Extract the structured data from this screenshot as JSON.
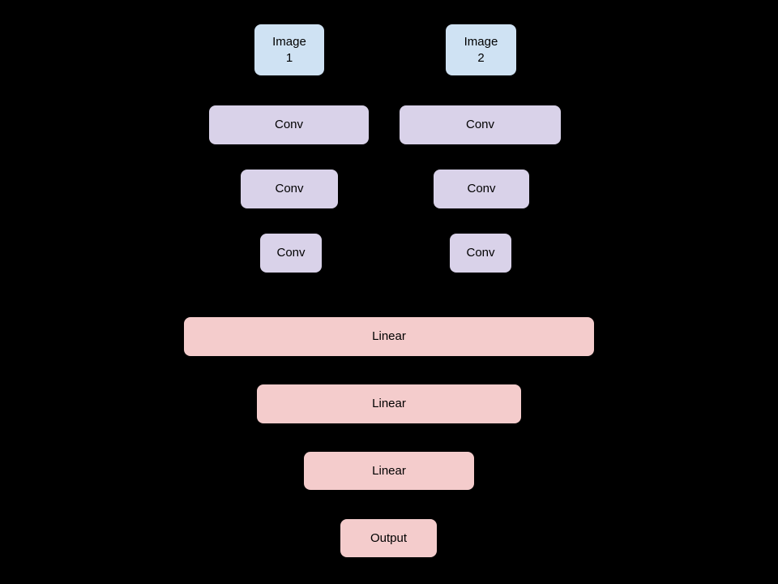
{
  "canvas": {
    "background": "#000000"
  },
  "palette": {
    "input_fill": "#cfe2f3",
    "conv_fill": "#d9d2e9",
    "linear_fill": "#f4cccc",
    "text_color": "#000000"
  },
  "diagram": {
    "nodes": {
      "image1": {
        "label": "Image\n1",
        "type": "input"
      },
      "image2": {
        "label": "Image\n2",
        "type": "input"
      },
      "conv1_left": {
        "label": "Conv",
        "type": "conv"
      },
      "conv1_right": {
        "label": "Conv",
        "type": "conv"
      },
      "conv2_left": {
        "label": "Conv",
        "type": "conv"
      },
      "conv2_right": {
        "label": "Conv",
        "type": "conv"
      },
      "conv3_left": {
        "label": "Conv",
        "type": "conv"
      },
      "conv3_right": {
        "label": "Conv",
        "type": "conv"
      },
      "linear1": {
        "label": "Linear",
        "type": "linear"
      },
      "linear2": {
        "label": "Linear",
        "type": "linear"
      },
      "linear3": {
        "label": "Linear",
        "type": "linear"
      },
      "output": {
        "label": "Output",
        "type": "linear"
      }
    }
  }
}
